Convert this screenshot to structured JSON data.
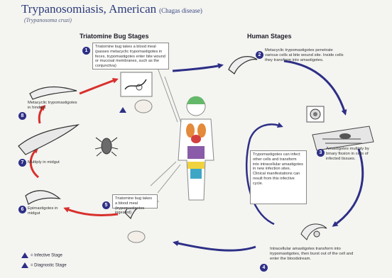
{
  "title": {
    "main": "Trypanosomiasis, American",
    "paren": "(Chagas disease)",
    "species": "(Trypanosoma cruzi)"
  },
  "sections": {
    "bug": "Triatomine Bug Stages",
    "human": "Human Stages"
  },
  "steps": {
    "s1": {
      "num": "1",
      "text": "Triatomine bug takes a blood meal (passes metacyclic trypomastigotes in feces, trypomastigotes enter bite wound or mucosal membranes, such as the conjunctiva)"
    },
    "s2": {
      "num": "2",
      "text": "Metacyclic trypomastigotes penetrate various cells at bite wound site. Inside cells they transform into amastigotes."
    },
    "s3": {
      "num": "3",
      "text": "Amastigotes multiply by binary fission in cells of infected tissues."
    },
    "s4": {
      "num": "4",
      "text": "Intracellular amastigotes transform into trypomastigotes, then burst out of the cell and enter the bloodstream."
    },
    "s5": {
      "num": "5",
      "text": "Triatomine bug takes a blood meal (trypomastigotes ingested)"
    },
    "s6": {
      "num": "6",
      "text": "Epimastigotes in midgut"
    },
    "s7": {
      "num": "7",
      "text": "Multiply in midgut"
    },
    "s8": {
      "num": "8",
      "text": "Metacyclic trypomastigotes in hindgut"
    }
  },
  "center_note": "Trypomastigotes can infect other cells and transform into intracellular amastigotes in new infection sites. Clinical manifestations can result from this infective cycle.",
  "legend": {
    "infective": "= Infective Stage",
    "diagnostic": "= Diagnostic Stage"
  },
  "colors": {
    "human_arrow": "#2d2f86",
    "bug_arrow": "#d8302c",
    "step_badge": "#2d2f86",
    "title": "#2a3a78"
  }
}
